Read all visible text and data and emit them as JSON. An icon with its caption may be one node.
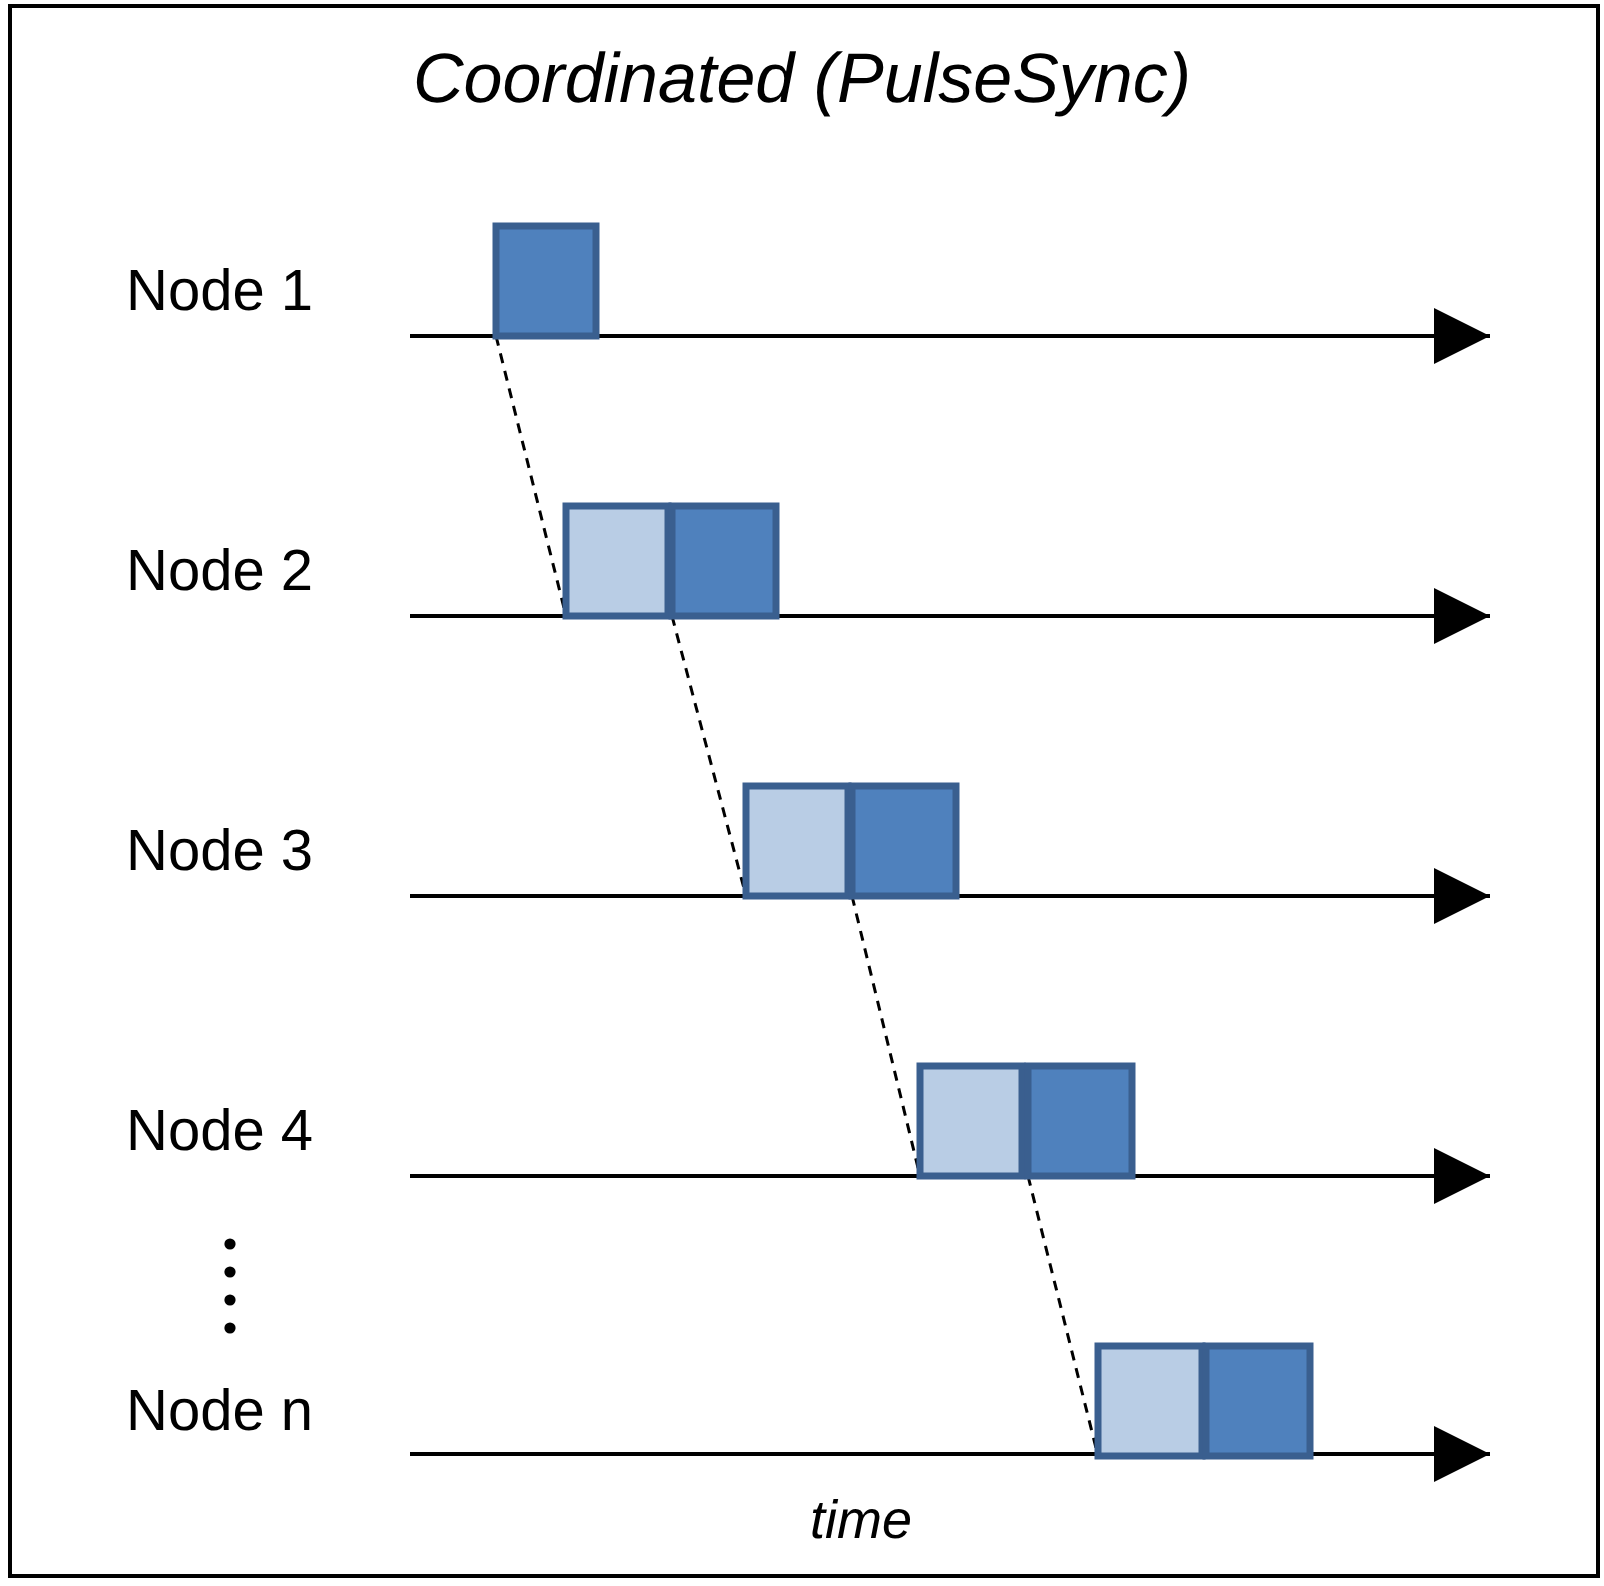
{
  "diagram": {
    "title": "Coordinated (PulseSync)",
    "nodes": [
      {
        "text": [],
        "shape": "box"
      },
      {
        "text": [],
        "shape": "box"
      },
      {
        "text": [],
        "shape": "box"
      },
      {
        "text": [],
        "shape": "box"
      },
      {
        "text": [],
        "shape": "box"
      },
      {
        "text": [],
        "shape": "box"
      },
      {
        "text": [],
        "shape": "box"
      },
      {
        "text": [],
        "shape": "box"
      },
      {
        "text": [],
        "shape": "box"
      }
    ],
    "edges": [
      {
        "from": 0,
        "to": 1,
        "arrow": "none",
        "style": "dashed"
      },
      {
        "from": 2,
        "to": 3,
        "arrow": "none",
        "style": "dashed"
      },
      {
        "from": 4,
        "to": 5,
        "arrow": "none",
        "style": "dashed"
      },
      {
        "from": 6,
        "to": 7,
        "arrow": "none",
        "style": "dashed"
      }
    ],
    "labels": [
      "Node 1",
      "Node 2",
      "Node 3",
      "Node 4",
      "Node n",
      "time"
    ]
  }
}
